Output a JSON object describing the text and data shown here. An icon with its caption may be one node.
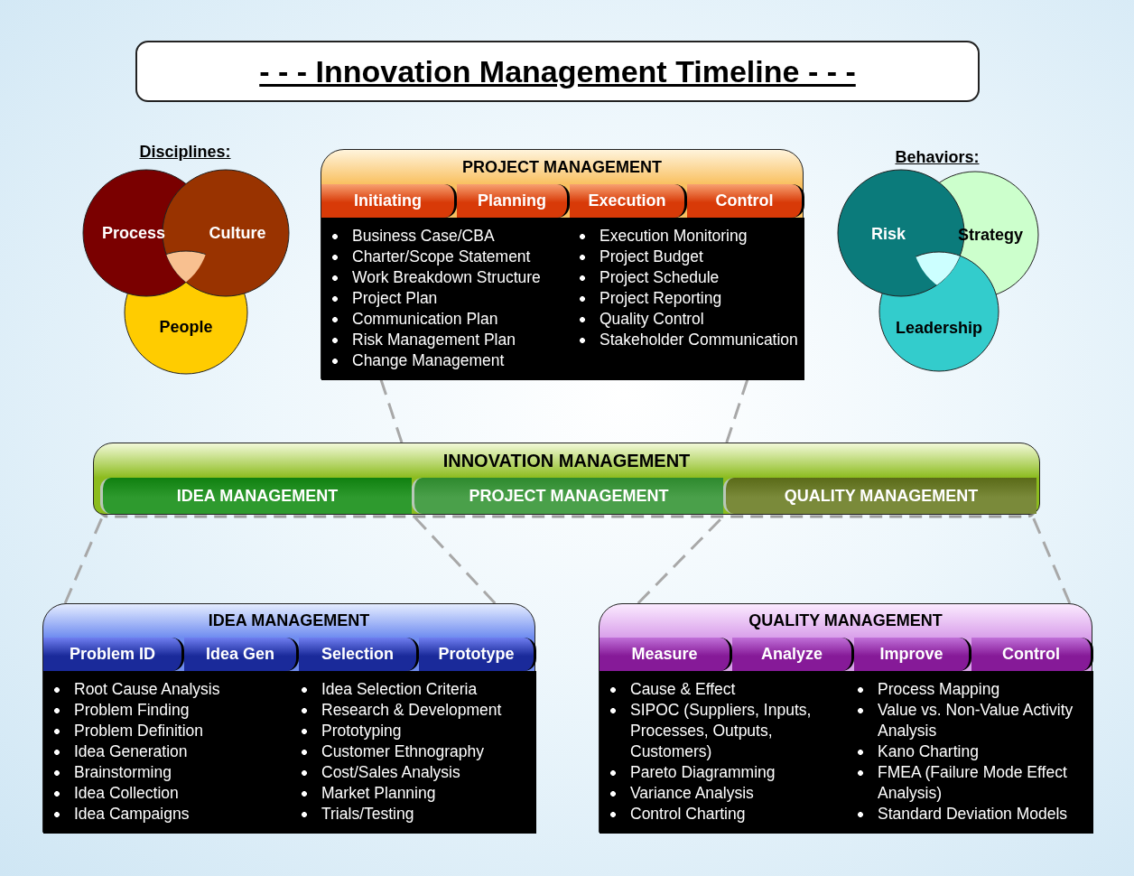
{
  "diagram": {
    "title": "- - - Innovation Management Timeline - - -",
    "nodes": [
      {
        "text": [
          "Process"
        ]
      },
      {
        "text": [
          "Culture"
        ]
      },
      {
        "text": [
          "People"
        ]
      },
      {
        "text": [
          "Risk"
        ]
      },
      {
        "text": [
          "Strategy"
        ]
      },
      {
        "text": [
          "Leadership"
        ]
      },
      {
        "text": [
          "PROJECT MANAGEMENT"
        ]
      },
      {
        "text": [
          "Initiating"
        ],
        "in": 6
      },
      {
        "text": [
          "Planning"
        ],
        "in": 6
      },
      {
        "text": [
          "Execution"
        ],
        "in": 6
      },
      {
        "text": [
          "Control"
        ],
        "in": 6
      },
      {
        "text": [
          "Business Case/CBA",
          "Charter/Scope Statement",
          "Work Breakdown Structure",
          "Project Plan",
          "Communication Plan",
          "Risk Management Plan",
          "Change Management",
          "Execution Monitoring",
          "Project Budget",
          "Project Schedule",
          "Project Reporting",
          "Quality Control",
          "Stakeholder Communication"
        ],
        "in": 6
      },
      {
        "text": [
          "INNOVATION MANAGEMENT"
        ]
      },
      {
        "text": [
          "IDEA MANAGEMENT"
        ],
        "in": 12
      },
      {
        "text": [
          "PROJECT MANAGEMENT"
        ],
        "in": 12
      },
      {
        "text": [
          "QUALITY MANAGEMENT"
        ],
        "in": 12
      },
      {
        "text": [
          "IDEA MANAGEMENT"
        ]
      },
      {
        "text": [
          "Problem ID"
        ],
        "in": 16
      },
      {
        "text": [
          "Idea Gen"
        ],
        "in": 16
      },
      {
        "text": [
          "Selection"
        ],
        "in": 16
      },
      {
        "text": [
          "Prototype"
        ],
        "in": 16
      },
      {
        "text": [
          "Root Cause Analysis",
          "Problem Finding",
          "Problem Definition",
          "Idea Generation",
          "Brainstorming",
          "Idea Collection",
          "Idea Campaigns",
          "Idea Selection Criteria",
          "Research & Development",
          "Prototyping",
          "Customer Ethnography",
          "Cost/Sales Analysis",
          "Market Planning",
          "Trials/Testing"
        ],
        "in": 16
      },
      {
        "text": [
          "QUALITY MANAGEMENT"
        ]
      },
      {
        "text": [
          "Measure"
        ],
        "in": 22
      },
      {
        "text": [
          "Analyze"
        ],
        "in": 22
      },
      {
        "text": [
          "Improve"
        ],
        "in": 22
      },
      {
        "text": [
          "Control"
        ],
        "in": 22
      },
      {
        "text": [
          "Cause & Effect",
          "SIPOC (Suppliers, Inputs, Processes, Outputs, Customers)",
          "Pareto Diagramming",
          "Variance Analysis",
          "Control Charting",
          "Process Mapping",
          "Value vs. Non-Value Activity Analysis",
          "Kano Charting",
          "FMEA (Failure Mode Effect Analysis)",
          "Standard Deviation Models"
        ],
        "in": 22
      }
    ],
    "edges": [
      {
        "from": 6,
        "to": 12,
        "arrow": "none",
        "style": "dashed"
      },
      {
        "from": 6,
        "to": 12,
        "arrow": "none",
        "style": "dashed"
      },
      {
        "from": 16,
        "to": 13,
        "arrow": "none",
        "style": "dashed"
      },
      {
        "from": 16,
        "to": 13,
        "arrow": "none",
        "style": "dashed"
      },
      {
        "from": 22,
        "to": 15,
        "arrow": "none",
        "style": "dashed"
      },
      {
        "from": 22,
        "to": 15,
        "arrow": "none",
        "style": "dashed"
      }
    ],
    "labels": [
      "Disciplines:",
      "Behaviors:"
    ]
  }
}
